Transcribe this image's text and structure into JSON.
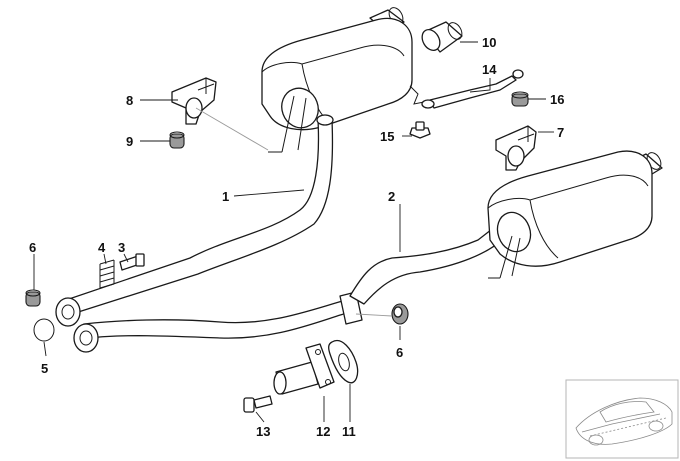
{
  "callouts": {
    "c1": "1",
    "c2": "2",
    "c3": "3",
    "c4": "4",
    "c5": "5",
    "c6a": "6",
    "c6b": "6",
    "c7": "7",
    "c8": "8",
    "c9": "9",
    "c10": "10",
    "c11": "11",
    "c12": "12",
    "c13": "13",
    "c14": "14",
    "c15": "15",
    "c16": "16"
  },
  "colors": {
    "line": "#1a1a1a",
    "fill": "#ffffff",
    "rubber": "#9a9a9a",
    "thumbnail": "#8a8a8a"
  }
}
